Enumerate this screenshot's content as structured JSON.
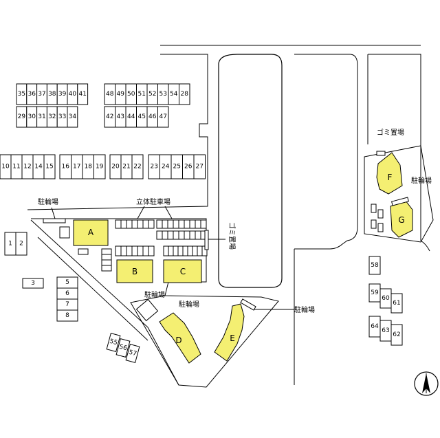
{
  "colors": {
    "building": "#f4ef72",
    "line": "#000000",
    "background": "#ffffff"
  },
  "buildings": [
    "A",
    "B",
    "C",
    "D",
    "E",
    "F",
    "G"
  ],
  "labels": {
    "bike_parking": "駐輪場",
    "multistory_parking": "立体駐車場",
    "garbage": "ゴミ置場"
  },
  "stalls": {
    "row1": [
      "35",
      "36",
      "37",
      "38",
      "39",
      "40",
      "41"
    ],
    "row2": [
      "29",
      "30",
      "31",
      "32",
      "33",
      "34"
    ],
    "row3": [
      "48",
      "49",
      "50",
      "51",
      "52",
      "53",
      "54",
      "28"
    ],
    "row4": [
      "42",
      "43",
      "44",
      "45",
      "46",
      "47"
    ],
    "row5a": [
      "10",
      "11",
      "12",
      "14",
      "15"
    ],
    "row5b": [
      "16",
      "17",
      "18",
      "19"
    ],
    "row5c": [
      "20",
      "21",
      "22"
    ],
    "row5d": [
      "23",
      "24",
      "25",
      "26",
      "27"
    ],
    "left_pair": [
      "1",
      "2"
    ],
    "single3": "3",
    "column": [
      "5",
      "6",
      "7",
      "8"
    ],
    "diag": [
      "55",
      "56",
      "57"
    ],
    "right_col": [
      "58",
      "59",
      "60",
      "61",
      "64",
      "63",
      "62"
    ]
  },
  "compass": "north-arrow-icon"
}
